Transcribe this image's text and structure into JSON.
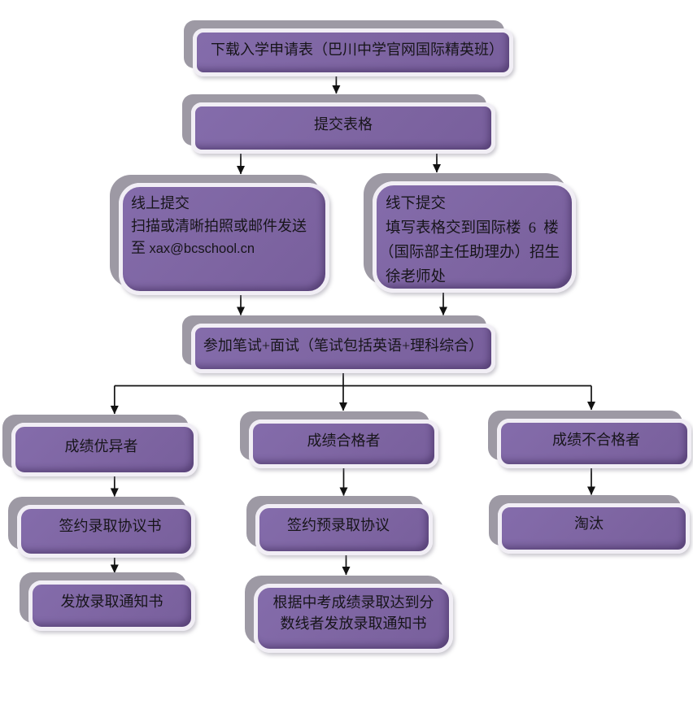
{
  "diagram": {
    "type": "flowchart",
    "language": "zh-CN",
    "nodes": {
      "download": {
        "label": "下载入学申请表（巴川中学官网国际精英班）"
      },
      "submit": {
        "label": "提交表格"
      },
      "online": {
        "line1": "线上提交",
        "line2": "扫描或清晰拍照或邮件发送",
        "line3_prefix": "至 ",
        "line3_email": "xax@bcschool.cn"
      },
      "offline": {
        "line1": "线下提交",
        "line2": "填写表格交到国际楼 6 楼",
        "line3": "（国际部主任助理办）招生",
        "line4": "徐老师处"
      },
      "exam": {
        "label": "参加笔试+面试（笔试包括英语+理科综合）"
      },
      "excellent": {
        "label": "成绩优异者"
      },
      "pass": {
        "label": "成绩合格者"
      },
      "fail": {
        "label": "成绩不合格者"
      },
      "sign": {
        "label": "签约录取协议书"
      },
      "presign": {
        "label": "签约预录取协议"
      },
      "out": {
        "label": "淘汰"
      },
      "notice": {
        "label": "发放录取通知书"
      },
      "final": {
        "line1": "根据中考成绩录取达到分",
        "line2": "数线者发放录取通知书"
      }
    },
    "edges": [
      {
        "from": "download",
        "to": "submit"
      },
      {
        "from": "submit",
        "to": "online"
      },
      {
        "from": "submit",
        "to": "offline"
      },
      {
        "from": "online",
        "to": "exam"
      },
      {
        "from": "offline",
        "to": "exam"
      },
      {
        "from": "exam",
        "to": "excellent"
      },
      {
        "from": "exam",
        "to": "pass"
      },
      {
        "from": "exam",
        "to": "fail"
      },
      {
        "from": "excellent",
        "to": "sign"
      },
      {
        "from": "pass",
        "to": "presign"
      },
      {
        "from": "fail",
        "to": "out"
      },
      {
        "from": "sign",
        "to": "notice"
      },
      {
        "from": "presign",
        "to": "final"
      }
    ],
    "colors": {
      "node_fill": "#7c63a6",
      "node_border": "#f1eef5",
      "node_shadow": "#9b97a2",
      "connector": "#121212",
      "text": "#17151a",
      "background": "#ffffff"
    }
  }
}
